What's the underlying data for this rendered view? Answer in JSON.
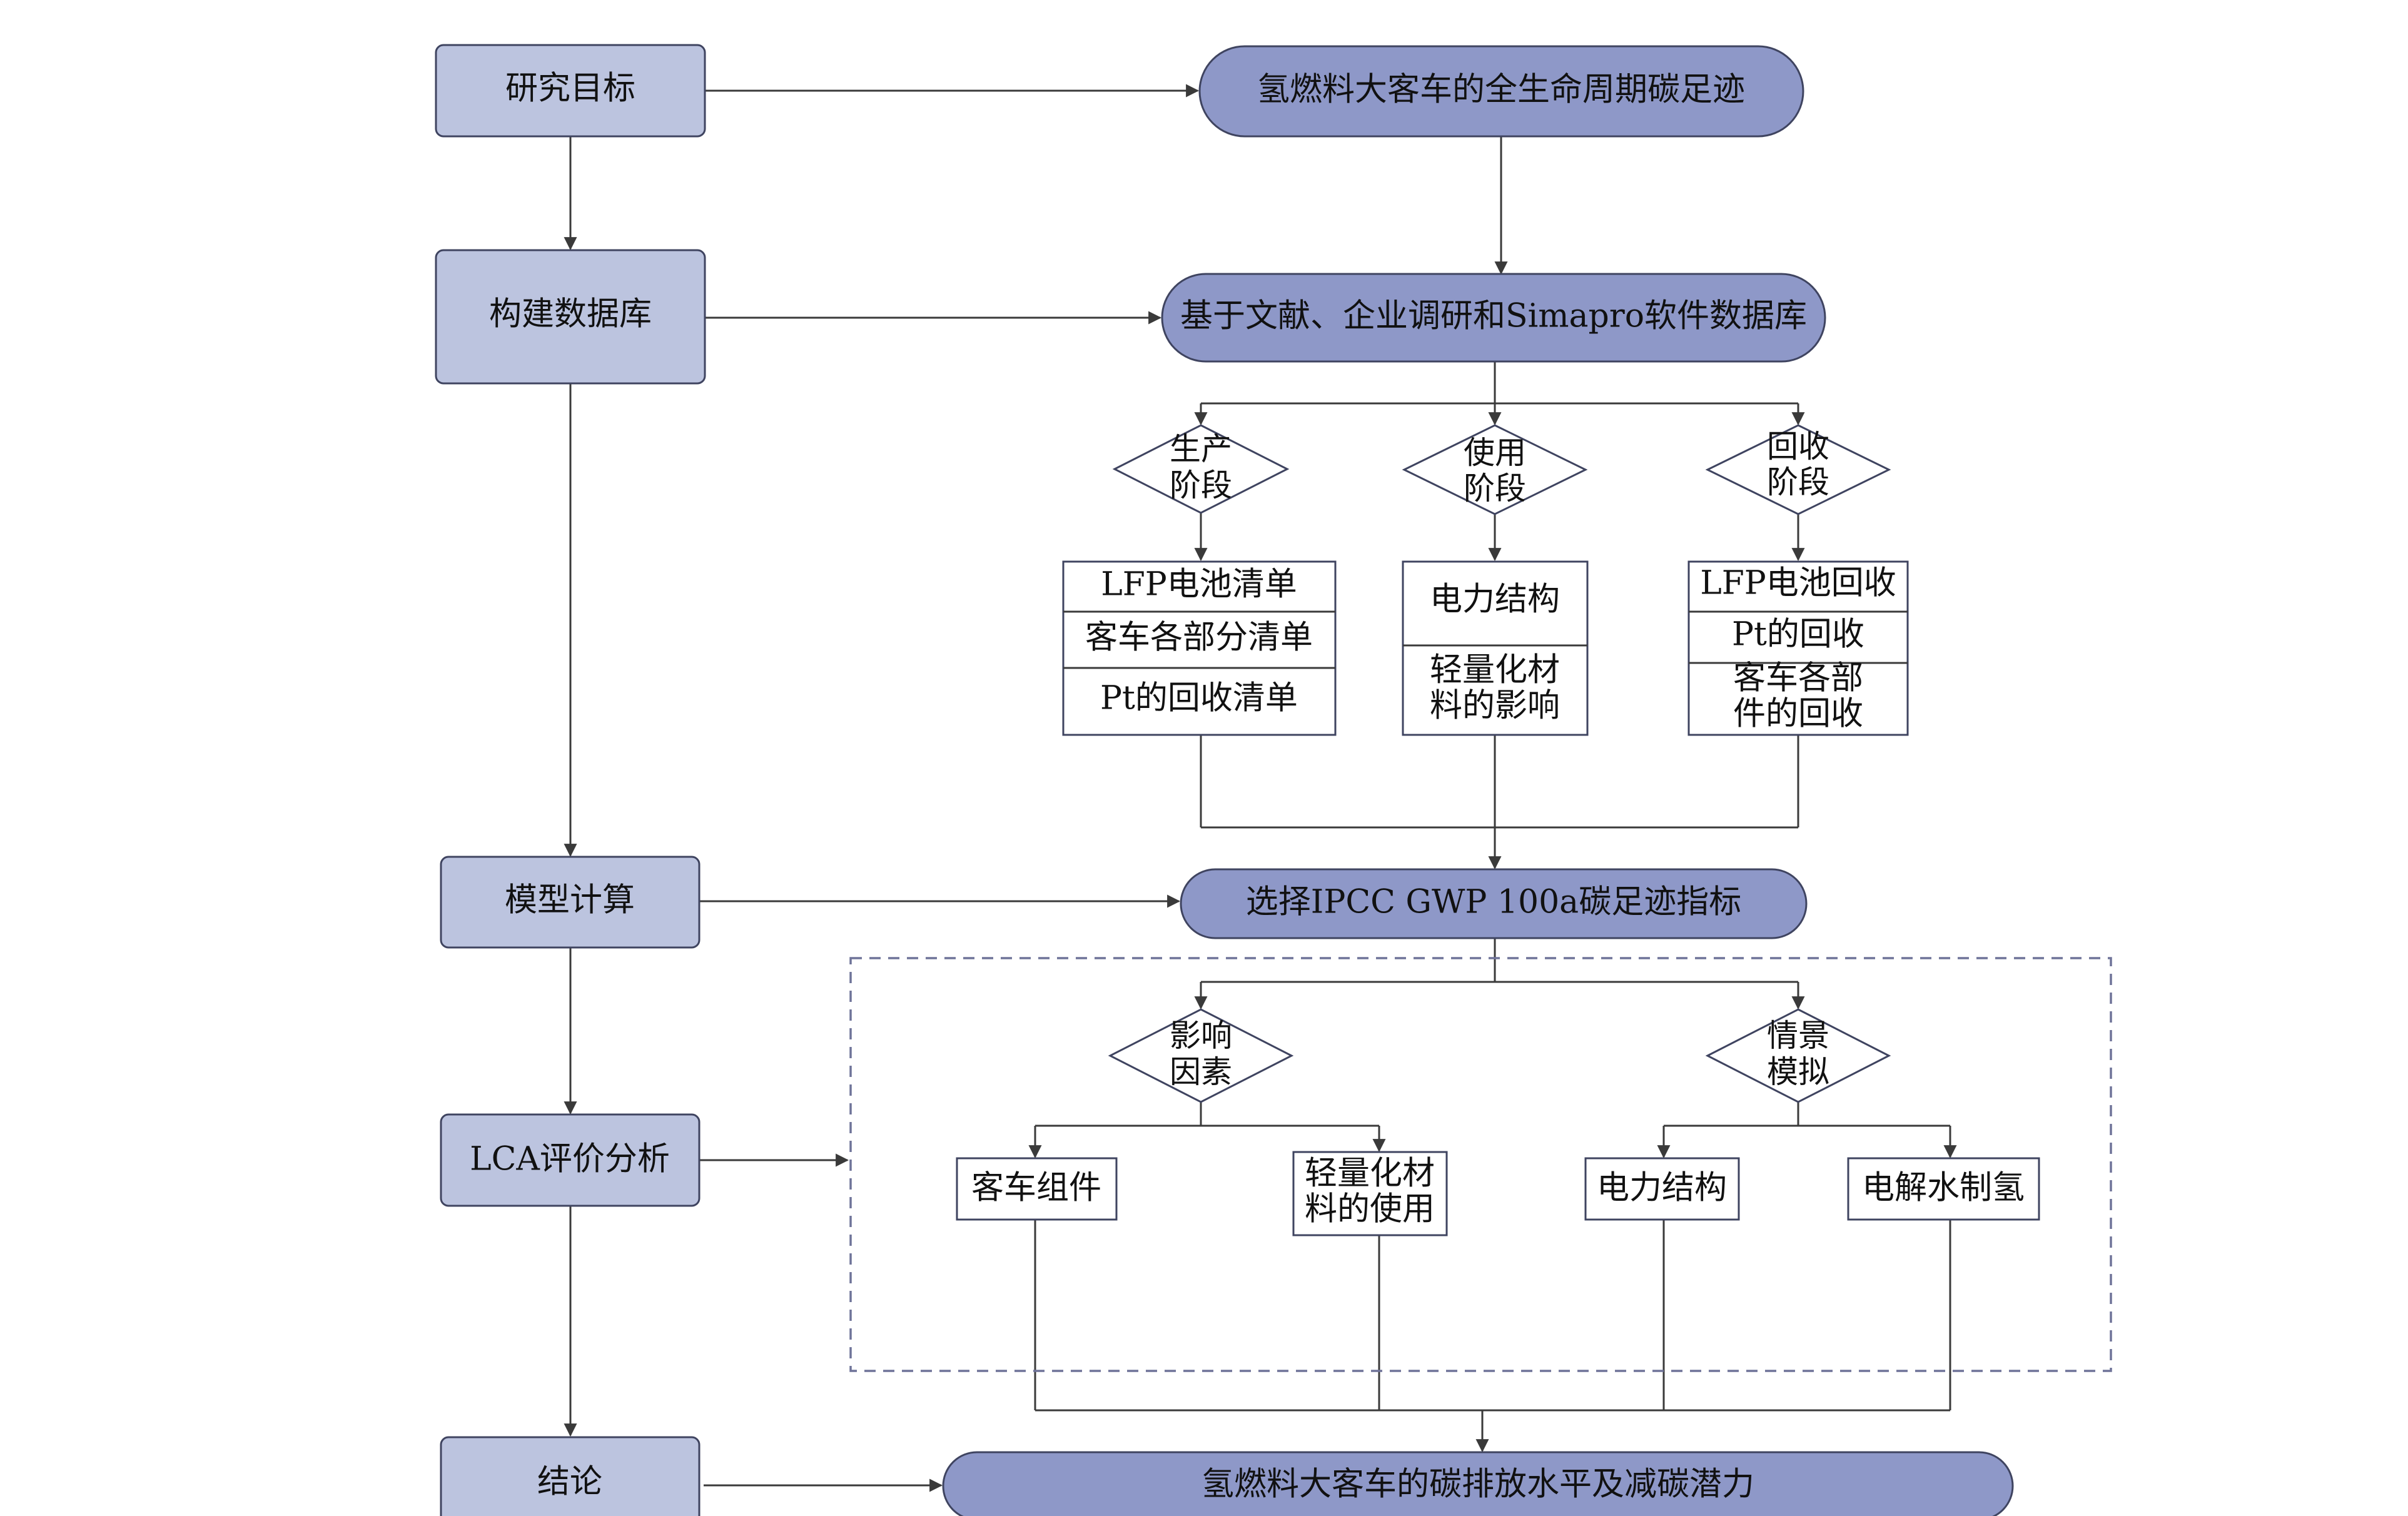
{
  "stages": {
    "goal": "研究目标",
    "database": "构建数据库",
    "model": "模型计算",
    "lca": "LCA评价分析",
    "conclusion": "结论"
  },
  "pills": {
    "goal": "氢燃料大客车的全生命周期碳足迹",
    "database": "基于文献、企业调研和Simapro软件数据库",
    "indicator": "选择IPCC GWP 100a碳足迹指标",
    "result": "氢燃料大客车的碳排放水平及减碳潜力"
  },
  "phases": {
    "production": {
      "line1": "生产",
      "line2": "阶段"
    },
    "use": {
      "line1": "使用",
      "line2": "阶段"
    },
    "recycle": {
      "line1": "回收",
      "line2": "阶段"
    }
  },
  "inventories": {
    "production": [
      "LFP电池清单",
      "客车各部分清单",
      "Pt的回收清单"
    ],
    "use": {
      "row1": "电力结构",
      "row2_line1": "轻量化材",
      "row2_line2": "料的影响"
    },
    "recycle": {
      "row1": "LFP电池回收",
      "row2": "Pt的回收",
      "row3_line1": "客车各部",
      "row3_line2": "件的回收"
    }
  },
  "analysis": {
    "influence": {
      "line1": "影响",
      "line2": "因素"
    },
    "scenario": {
      "line1": "情景",
      "line2": "模拟"
    },
    "bus_components": "客车组件",
    "lightweight": {
      "line1": "轻量化材",
      "line2": "料的使用"
    },
    "power_structure": "电力结构",
    "electrolysis": "电解水制氢"
  },
  "colors": {
    "stage_fill": "#bcc4df",
    "pill_fill": "#8e98c8",
    "border": "#3f4460",
    "dashed_border": "#6f7399"
  }
}
